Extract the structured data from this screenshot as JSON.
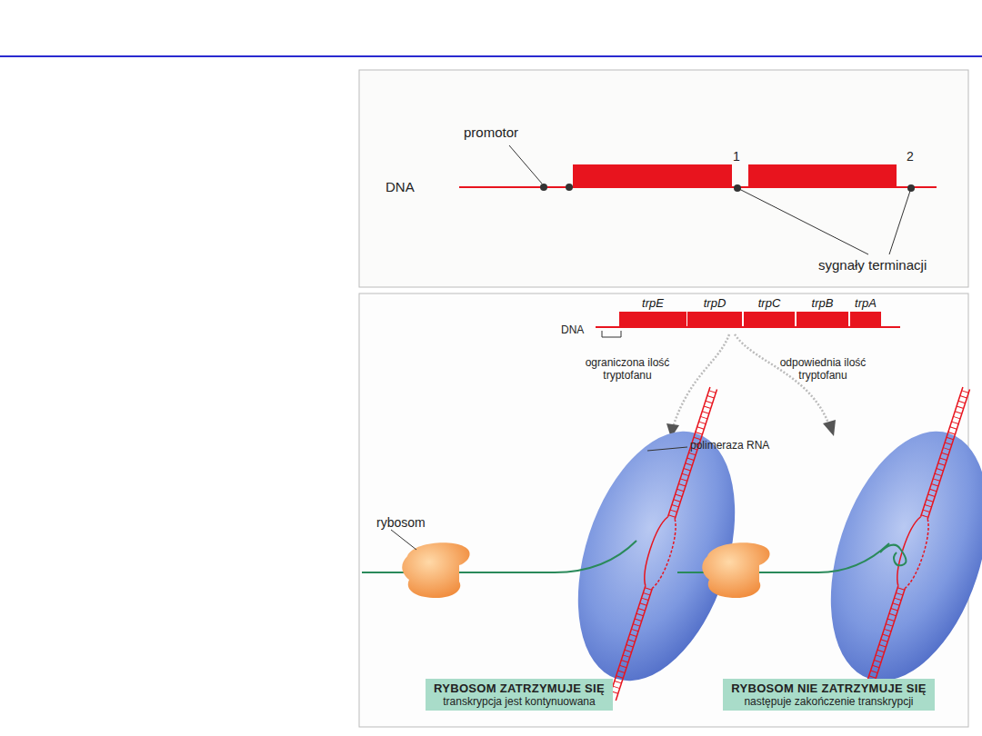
{
  "diagram": {
    "nodes": [
      {
        "text": [
          "trpE"
        ]
      },
      {
        "text": [
          "trpD"
        ]
      },
      {
        "text": [
          "trpC"
        ]
      },
      {
        "text": [
          "trpB"
        ]
      },
      {
        "text": [
          "trpA"
        ]
      },
      {
        "text": [
          "RYBOSOM ZATRZYMUJE SIĘ",
          "transkrypcja jest kontynuowana"
        ]
      },
      {
        "text": [
          "RYBOSOM NIE ZATRZYMUJE SIĘ",
          "następuje zakończenie transkrypcji"
        ]
      }
    ],
    "labels": [
      "promotor",
      "DNA",
      "1",
      "2",
      "sygnały terminacji",
      "DNA",
      "ograniczona ilość tryptofanu",
      "odpowiednia ilość tryptofanu",
      "rybosom",
      "polimeraza RNA"
    ]
  }
}
